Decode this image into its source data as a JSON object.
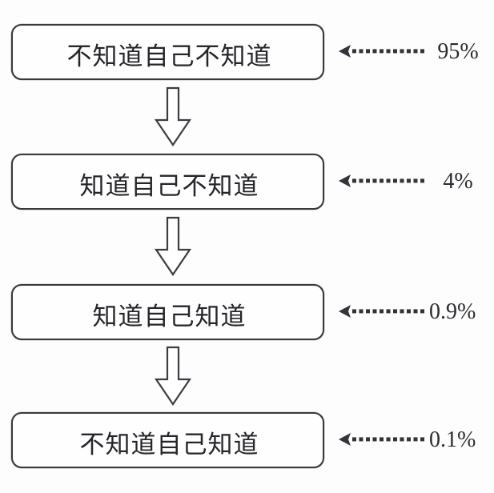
{
  "diagram": {
    "type": "flowchart-vertical",
    "title_text": "",
    "background_color": "#fdfdfd",
    "line_color": "#3a3a3a",
    "text_color": "#25252a",
    "nodes": [
      {
        "id": "node-1",
        "label": "不知道自己不知道",
        "percent": "95%",
        "callout_icon": "dotted-left-arrow-icon"
      },
      {
        "id": "node-2",
        "label": "知道自己不知道",
        "percent": "4%",
        "callout_icon": "dotted-left-arrow-icon"
      },
      {
        "id": "node-3",
        "label": "知道自己知道",
        "percent": "0.9%",
        "callout_icon": "dotted-left-arrow-icon"
      },
      {
        "id": "node-4",
        "label": "不知道自己知道",
        "percent": "0.1%",
        "callout_icon": "dotted-left-arrow-icon"
      }
    ],
    "connectors": [
      {
        "id": "connector-1",
        "icon": "down-block-arrow-icon",
        "from": "node-1",
        "to": "node-2"
      },
      {
        "id": "connector-2",
        "icon": "down-block-arrow-icon",
        "from": "node-2",
        "to": "node-3"
      },
      {
        "id": "connector-3",
        "icon": "down-block-arrow-icon",
        "from": "node-3",
        "to": "node-4"
      }
    ]
  },
  "chart_data": {
    "type": "bar",
    "title": "",
    "xlabel": "",
    "ylabel": "",
    "categories": [
      "不知道自己不知道",
      "知道自己不知道",
      "知道自己知道",
      "不知道自己知道"
    ],
    "values": [
      95,
      4,
      0.9,
      0.1
    ],
    "value_labels": [
      "95%",
      "4%",
      "0.9%",
      "0.1%"
    ],
    "unit": "%"
  }
}
